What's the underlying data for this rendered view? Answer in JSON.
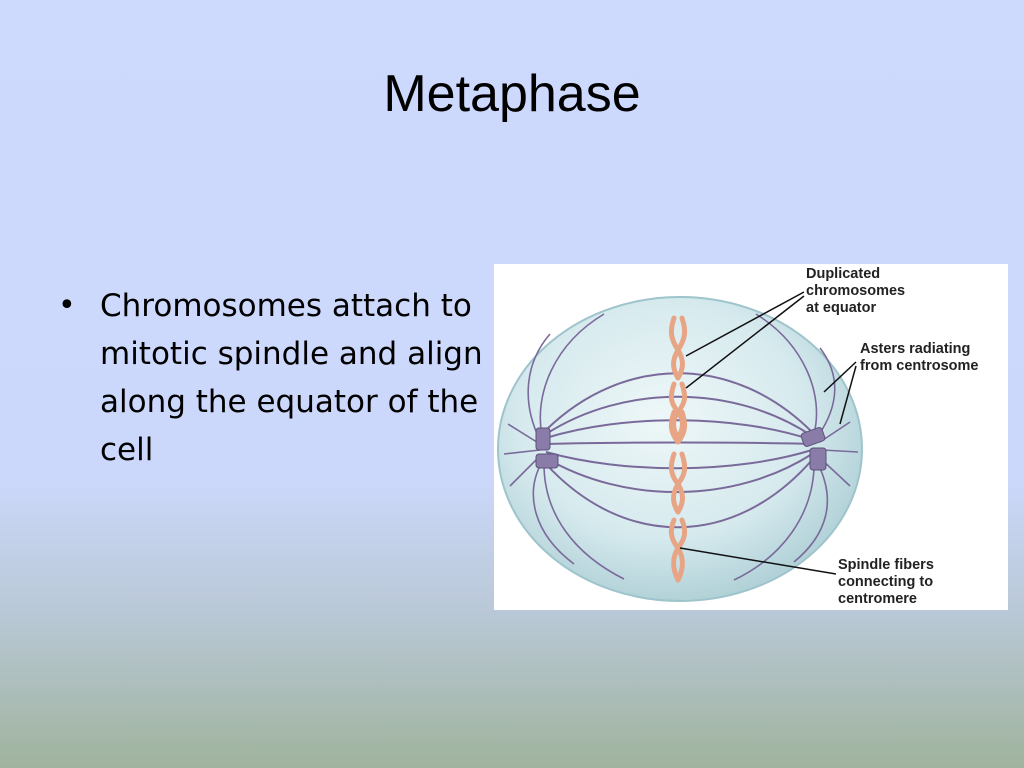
{
  "slide": {
    "title": "Metaphase",
    "bullets": [
      "Chromosomes attach to mitotic spindle and align along the equator of the cell"
    ]
  },
  "diagram": {
    "labels": {
      "chromosomes": "Duplicated\nchromosomes\nat equator",
      "asters": "Asters radiating\nfrom centrosome",
      "spindle": "Spindle fibers\nconnecting to\ncentromere"
    }
  },
  "colors": {
    "cell_fill": "#cfe6ea",
    "cell_edge": "#9ec4cc",
    "spindle": "#7a6a9a",
    "chromosome": "#e8a585",
    "centrosome": "#8a7ca8"
  }
}
